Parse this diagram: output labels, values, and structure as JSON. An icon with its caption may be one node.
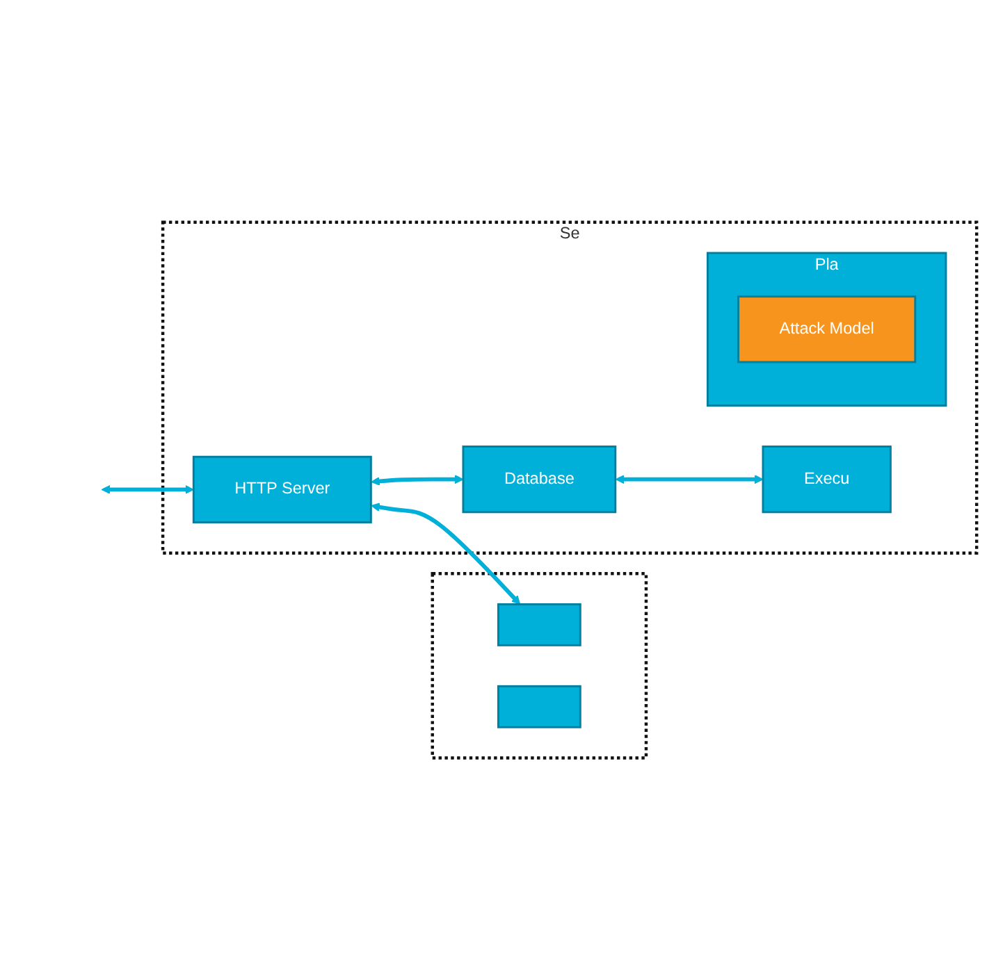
{
  "diagram": {
    "nodes": [
      {
        "text": [],
        "shape": "box"
      },
      {
        "text": [],
        "shape": "box",
        "in": 0
      },
      {
        "text": [],
        "shape": "box",
        "in": 0
      },
      {
        "text": [
          "Se"
        ]
      },
      {
        "text": [
          "HTTP Server"
        ],
        "in": 3
      },
      {
        "text": [
          "Pla"
        ],
        "in": 3
      },
      {
        "text": [
          "Attack Model"
        ],
        "in": 5
      },
      {
        "text": [
          "Database"
        ],
        "in": 3
      },
      {
        "text": [
          "Execu"
        ],
        "in": 3
      }
    ],
    "edges": [
      {
        "from": null,
        "to": 4,
        "arrow": "both"
      },
      {
        "from": 4,
        "to": 1,
        "arrow": "both"
      },
      {
        "from": 4,
        "to": 7,
        "arrow": "both"
      },
      {
        "from": 7,
        "to": 8,
        "arrow": "both"
      }
    ]
  }
}
